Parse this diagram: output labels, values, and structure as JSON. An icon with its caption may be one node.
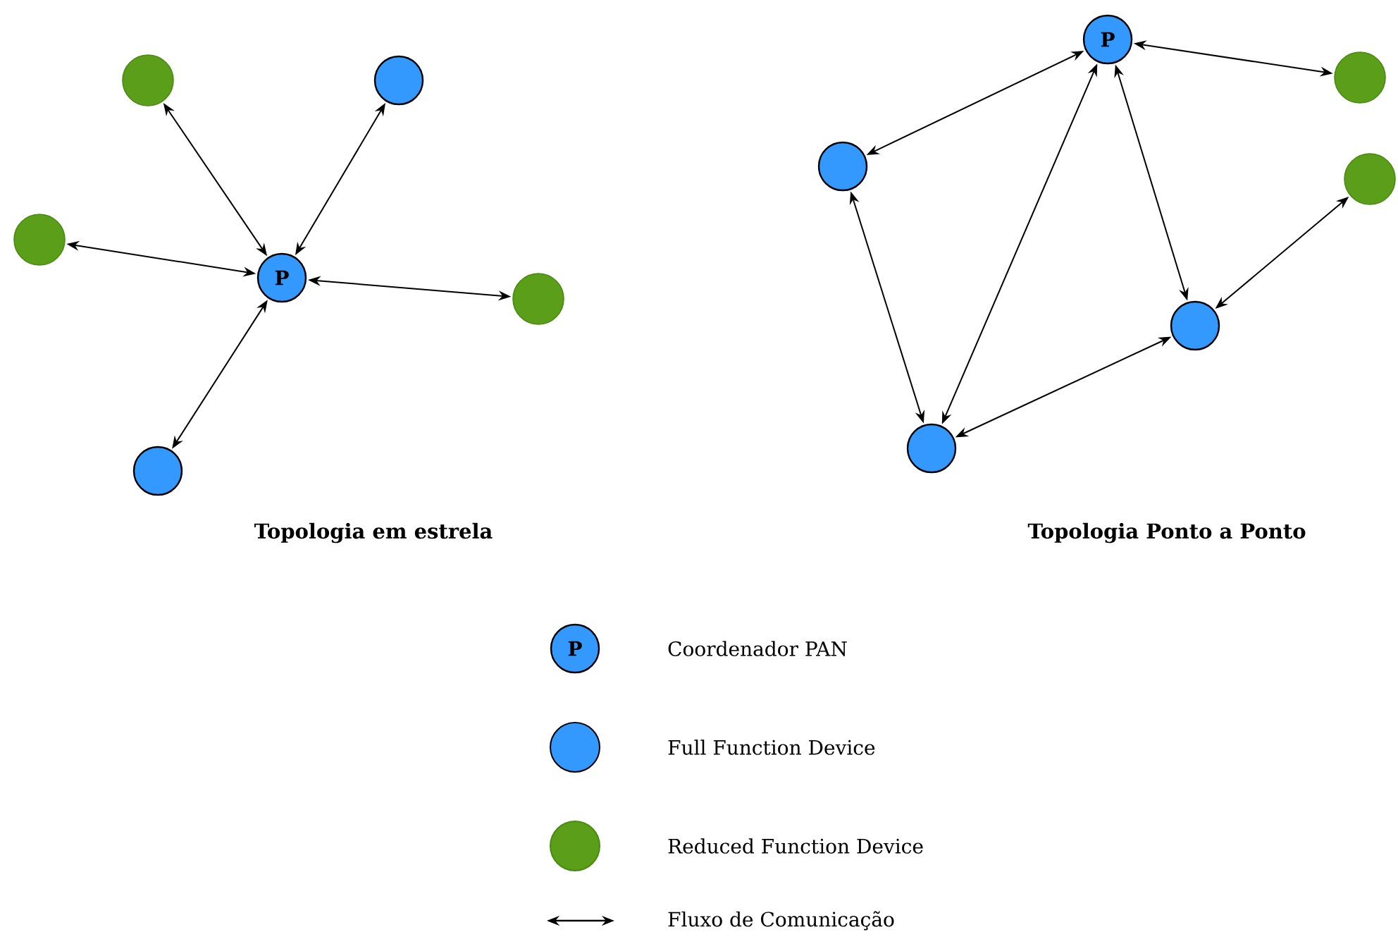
{
  "diagram": {
    "nodes": [
      {
        "text": [
          "P"
        ]
      },
      {
        "text": [],
        "shape": "circle"
      },
      {
        "text": [],
        "shape": "circle"
      },
      {
        "text": [],
        "shape": "circle"
      },
      {
        "text": [],
        "shape": "circle"
      },
      {
        "text": [],
        "shape": "circle"
      },
      {
        "text": [
          "P"
        ]
      },
      {
        "text": [],
        "shape": "circle"
      },
      {
        "text": [],
        "shape": "circle"
      },
      {
        "text": [],
        "shape": "circle"
      },
      {
        "text": [],
        "shape": "circle"
      },
      {
        "text": [],
        "shape": "circle"
      }
    ],
    "edges": [
      {
        "from": 0,
        "to": 1,
        "arrow": "both"
      },
      {
        "from": 0,
        "to": 2,
        "arrow": "both"
      },
      {
        "from": 0,
        "to": 3,
        "arrow": "both"
      },
      {
        "from": 0,
        "to": 4,
        "arrow": "both"
      },
      {
        "from": 0,
        "to": 5,
        "arrow": "both"
      },
      {
        "from": 6,
        "to": 8,
        "arrow": "both"
      },
      {
        "from": 6,
        "to": 7,
        "arrow": "both"
      },
      {
        "from": 6,
        "to": 11,
        "arrow": "both"
      },
      {
        "from": 6,
        "to": 10,
        "arrow": "both"
      },
      {
        "from": 8,
        "to": 11,
        "arrow": "both"
      },
      {
        "from": 11,
        "to": 10,
        "arrow": "both"
      },
      {
        "from": 10,
        "to": 9,
        "arrow": "both"
      }
    ],
    "labels": [
      "Topologia em estrela",
      "Topologia Ponto a Ponto",
      "P"
    ],
    "legend": [
      {
        "text": "Coordenador PAN"
      },
      {
        "text": "Full Function Device",
        "color": "#3399ff"
      },
      {
        "text": "Reduced Function Device",
        "color": "#5a9e1a"
      },
      {
        "text": "Fluxo de Comunicação"
      }
    ]
  }
}
